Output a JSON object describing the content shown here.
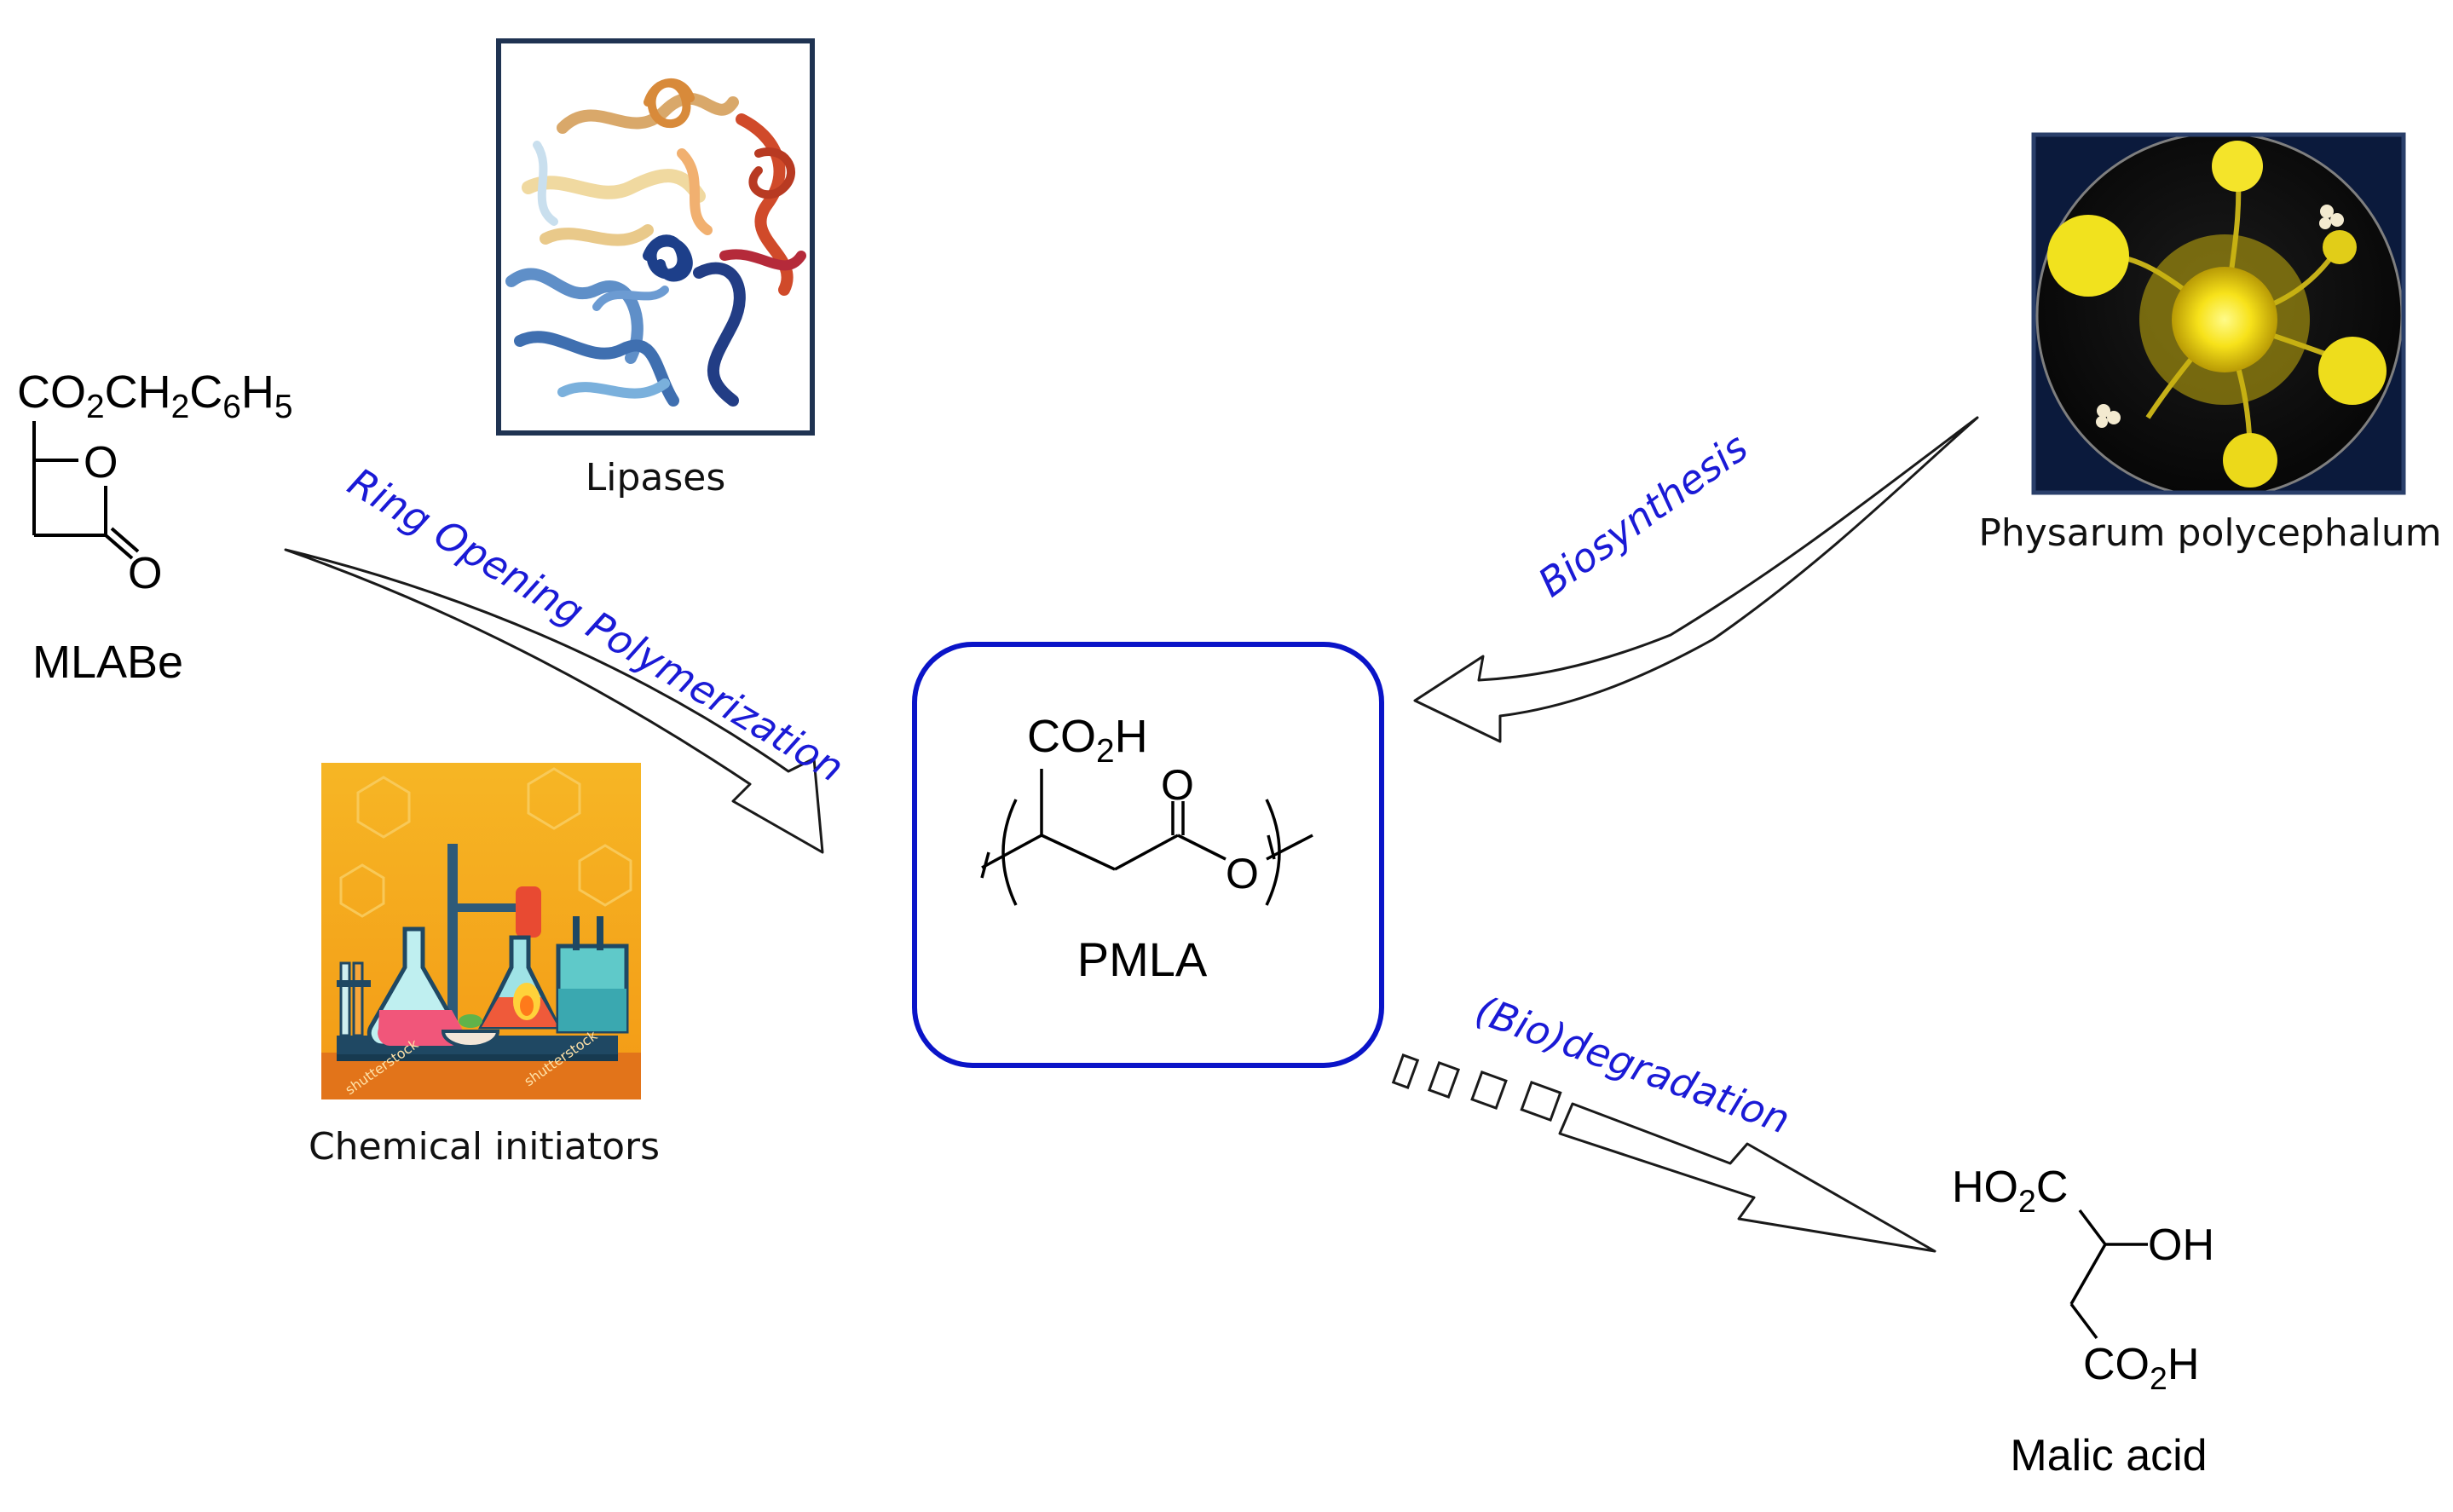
{
  "colors": {
    "accent_blue": "#1a1ad6",
    "box_blue": "#0a14c8",
    "black": "#000000"
  },
  "center": {
    "formula_group": "CO",
    "formula_sub": "2",
    "formula_tail": "H",
    "carbonyl_o": "O",
    "ester_o": "O",
    "label": "PMLA"
  },
  "mlabe": {
    "formula_parts": [
      "CO",
      "2",
      "CH",
      "2",
      "C",
      "6",
      "H",
      "5"
    ],
    "ring_o": "O",
    "carbonyl_o": "O",
    "label": "MLABe"
  },
  "lipases": {
    "label": "Lipases",
    "icon": "protein-ribbon-icon"
  },
  "chemical_initiators": {
    "label": "Chemical initiators",
    "icon": "lab-glassware-icon"
  },
  "physarum": {
    "label": "Physarum polycephalum",
    "icon": "slime-mold-icon"
  },
  "malic": {
    "ho2c_a": "HO",
    "ho2c_sub": "2",
    "ho2c_b": "C",
    "oh": "OH",
    "co2h_a": "CO",
    "co2h_sub": "2",
    "co2h_b": "H",
    "label": "Malic acid"
  },
  "arrows": {
    "rop": "Ring Opening Polymerization",
    "bio": "Biosynthesis",
    "degr": "(Bio)degradation"
  }
}
